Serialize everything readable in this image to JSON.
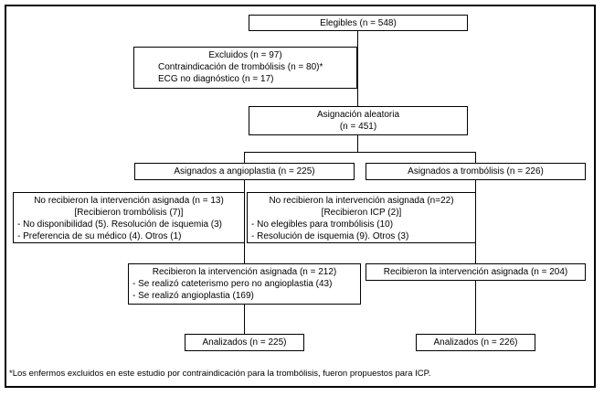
{
  "flowchart": {
    "eligibles": {
      "text": "Elegibles (n = 548)"
    },
    "excluded": {
      "lines": [
        "Excluidos (n = 97)",
        "Contraindicación de trombólisis (n = 80)*",
        "ECG no diagnóstico (n = 17)"
      ]
    },
    "randomization": {
      "lines": [
        "Asignación aleatoria",
        "(n = 451)"
      ]
    },
    "angioplasty_arm": {
      "text": "Asignados a angioplastia (n = 225)"
    },
    "thrombolysis_arm": {
      "text": "Asignados a trombólisis (n = 226)"
    },
    "angioplasty_deviation": {
      "lines": [
        "No recibieron la intervención asignada (n = 13)",
        "[Recibieron trombólisis (7)]",
        "- No disponibilidad (5). Resolución de isquemia (3)",
        "- Preferencia de su médico (4). Otros (1)"
      ]
    },
    "thrombolysis_deviation": {
      "lines": [
        "No recibieron la intervención asignada (n=22)",
        "[Recibieron ICP (2)]",
        "- No elegibles para trombólisis (10)",
        "- Resolución de isquemia (9). Otros (3)"
      ]
    },
    "angioplasty_received": {
      "lines": [
        "Recibieron la intervención asignada (n = 212)",
        "- Se realizó cateterismo pero no angioplastia (43)",
        "- Se realizó angioplastia (169)"
      ]
    },
    "thrombolysis_received": {
      "text": "Recibieron la intervención asignada (n = 204)"
    },
    "angioplasty_analyzed": {
      "text": "Analizados (n = 225)"
    },
    "thrombolysis_analyzed": {
      "text": "Analizados (n = 226)"
    },
    "footnote": "*Los enfermos excluidos en este estudio por contraindicación para la trombólisis, fueron propuestos para ICP."
  }
}
